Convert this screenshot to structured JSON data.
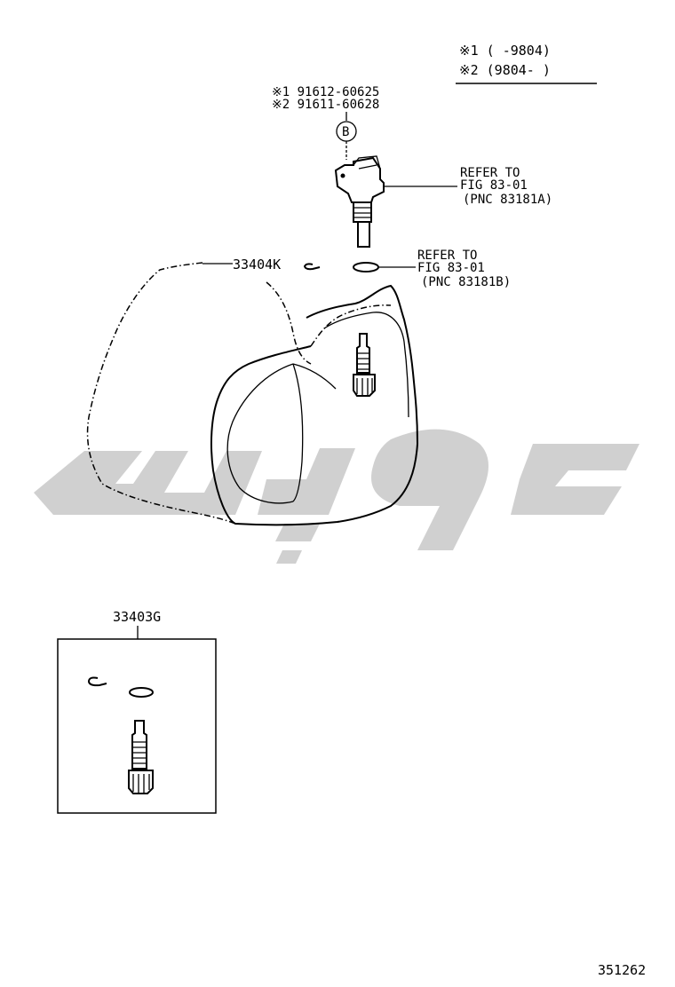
{
  "legend": {
    "note1": "※1 (     -9804)",
    "note2": "※2 (9804-      )"
  },
  "sensor_parts": {
    "line1": "※1 91612-60625",
    "line2": "※2 91611-60628",
    "circle_letter": "B"
  },
  "ref_a": {
    "line1": "REFER TO",
    "line2": "FIG 83-01",
    "line3": "(PNC 83181A)"
  },
  "ref_b": {
    "line1": "REFER TO",
    "line2": "FIG 83-01",
    "line3": "(PNC 83181B)"
  },
  "clip_part": "33404K",
  "kit_part": "33403G",
  "figure_number": "351262",
  "colors": {
    "ink": "#000000",
    "watermark": "#c8c8c8"
  }
}
